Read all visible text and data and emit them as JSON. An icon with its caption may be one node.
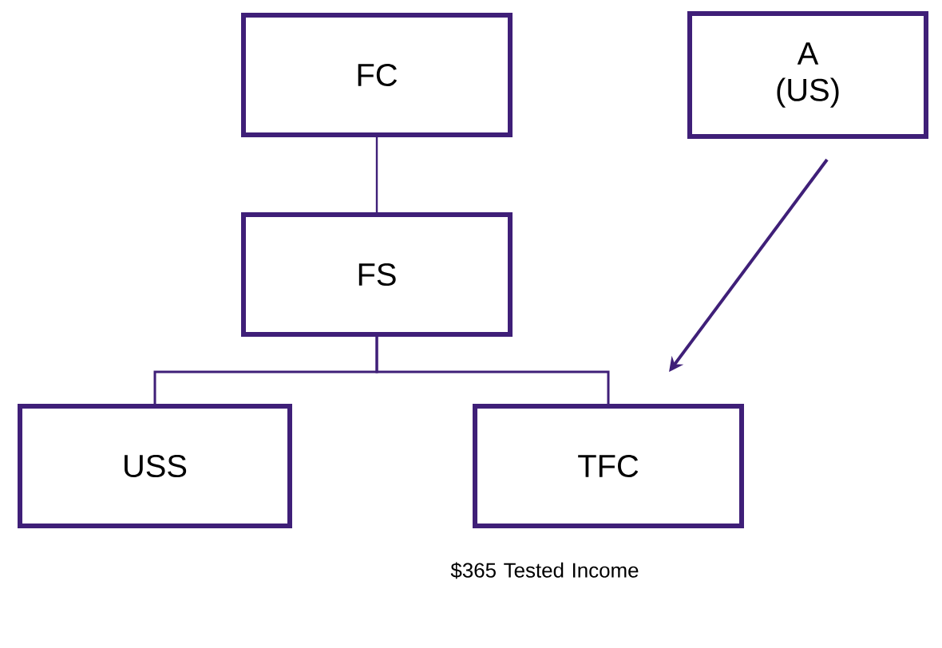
{
  "diagram": {
    "nodes": [
      {
        "text": [
          "FC"
        ]
      },
      {
        "text": [
          "A (US)"
        ]
      },
      {
        "text": [
          "FS"
        ]
      },
      {
        "text": [
          "USS"
        ]
      },
      {
        "text": [
          "TFC"
        ],
        "beside": [
          "$365 Tested Income"
        ]
      }
    ],
    "edges": [
      {
        "from": 0,
        "to": 2,
        "arrow": "none"
      },
      {
        "from": 2,
        "to": 3,
        "arrow": "none"
      },
      {
        "from": 2,
        "to": 4,
        "arrow": "none"
      },
      {
        "from": 1,
        "to": 4,
        "arrow": "to"
      }
    ]
  }
}
